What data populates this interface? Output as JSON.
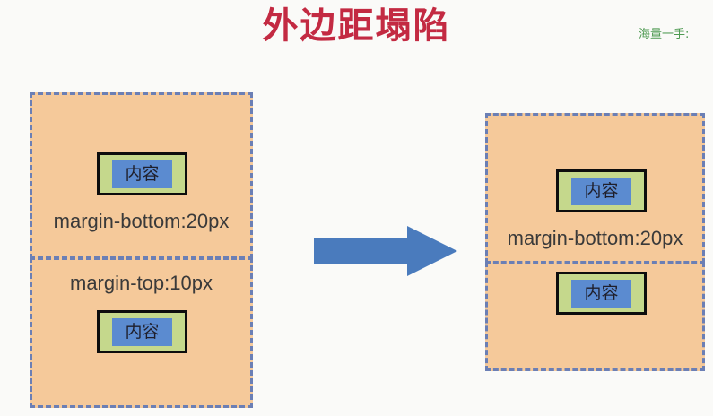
{
  "slide": {
    "title": "外边距塌陷",
    "watermark": "海量一手:",
    "background_color": "#fafaf8",
    "title_color": "#c32a42",
    "watermark_color": "#4e9a52"
  },
  "colors": {
    "margin_fill": "#f5c99a",
    "margin_border": "#6b7fb5",
    "content_fill": "#c5d88c",
    "content_border": "#0d0d0d",
    "content_inner_fill": "#5b8bd0",
    "label_text": "#3a3a3a",
    "arrow_fill": "#4a7bbd"
  },
  "left_group": {
    "name": "before-collapse",
    "boxes": [
      {
        "id": "left-top",
        "label": "margin-bottom:20px",
        "label_position": "below",
        "content_text": "内容"
      },
      {
        "id": "left-bottom",
        "label": "margin-top:10px",
        "label_position": "above",
        "content_text": "内容"
      }
    ]
  },
  "arrow": {
    "name": "transform-arrow",
    "direction": "right",
    "color": "#4a7bbd"
  },
  "right_group": {
    "name": "after-collapse",
    "boxes": [
      {
        "id": "right-top",
        "label": "margin-bottom:20px",
        "label_position": "below",
        "content_text": "内容"
      },
      {
        "id": "right-bottom",
        "label": "",
        "label_position": "none",
        "content_text": "内容"
      }
    ]
  }
}
